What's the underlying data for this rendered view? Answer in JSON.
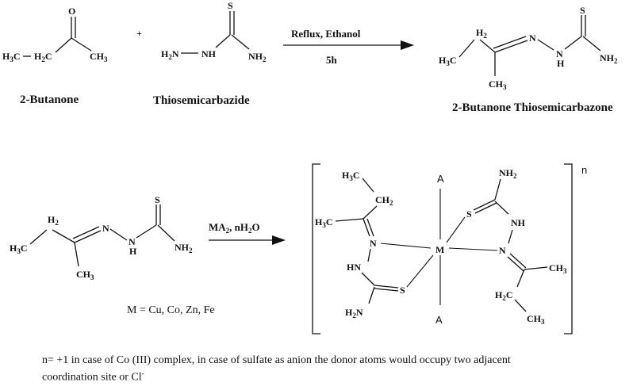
{
  "reaction1": {
    "reactant1_label": "2-Butanone",
    "reactant2_label": "Thiosemicarbazide",
    "plus": "+",
    "condition_top": "Reflux, Ethanol",
    "condition_bottom": "5h",
    "product_label": "2-Butanone Thiosemicarbazone"
  },
  "reaction2": {
    "reagent_prefix": "MA",
    "reagent_sub": "2",
    "reagent_mid": ", nH",
    "reagent_sub2": "2",
    "reagent_suffix": "O",
    "metal_line": "M = Cu, Co, Zn, Fe",
    "charge": "n",
    "axial_top": "A",
    "axial_bottom": "A",
    "metal": "M"
  },
  "footnote": {
    "line1": "n= +1 in case of Co (III) complex, in case of sulfate as anion the donor atoms would occupy two adjacent",
    "line2": "coordination site or Cl",
    "line2_sup": "-"
  }
}
